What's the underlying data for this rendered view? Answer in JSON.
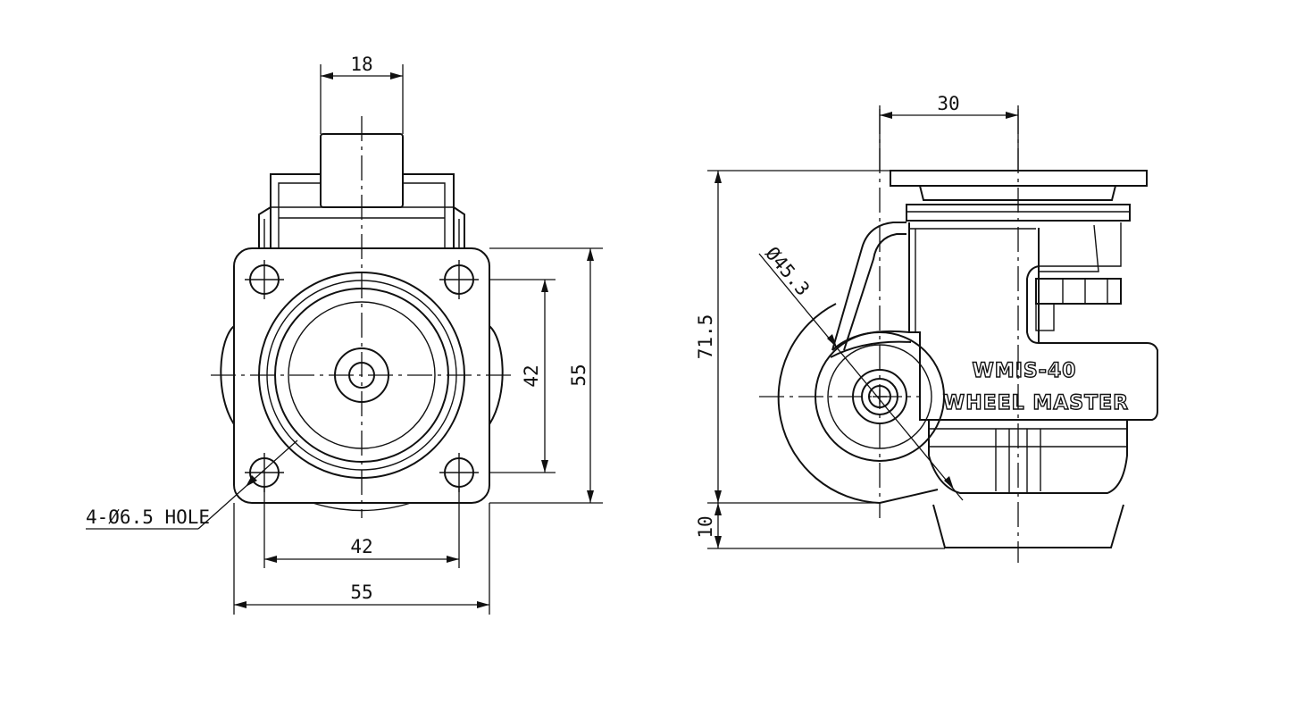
{
  "front_view": {
    "dim_top_width": "18",
    "dim_hole_spacing_v": "42",
    "dim_plate_height": "55",
    "dim_hole_spacing_h": "42",
    "dim_plate_width": "55",
    "hole_callout": "4-Ø6.5 HOLE"
  },
  "side_view": {
    "dim_offset": "30",
    "dim_height": "71.5",
    "dim_wheel_diameter": "Ø45.3",
    "dim_foot": "10",
    "model_label": "WMIS-40",
    "brand_label": "WHEEL MASTER"
  }
}
